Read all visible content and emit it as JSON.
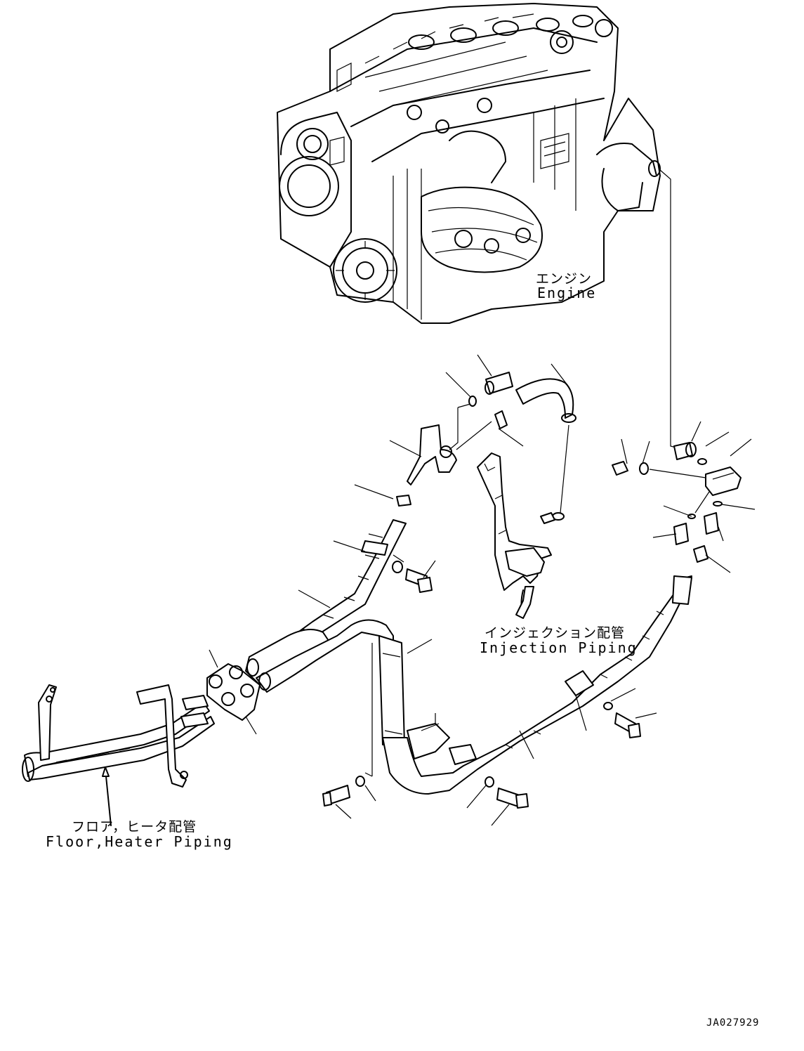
{
  "labels": {
    "engine_jp": "エンジン",
    "engine_en": "Engine",
    "injection_jp": "インジェクション配管",
    "injection_en": "Injection Piping",
    "floor_jp": "フロア，ヒータ配管",
    "floor_en": "Floor,Heater Piping",
    "drawing_code": "JA027929"
  }
}
